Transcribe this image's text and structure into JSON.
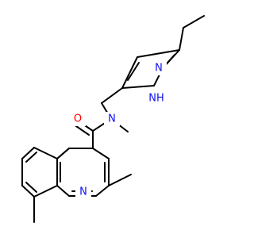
{
  "molecule": {
    "atoms": {
      "O": {
        "label": "O",
        "color": "#ff0000"
      },
      "N_amide": {
        "label": "N",
        "color": "#1010ee"
      },
      "N_pyrazole": {
        "label": "N",
        "color": "#1010ee"
      },
      "NH_pyrazole": {
        "label": "NH",
        "color": "#1010ee"
      },
      "N_quinoline": {
        "label": "N",
        "color": "#1010ee"
      }
    },
    "bond_color": "#000000",
    "background": "#ffffff"
  }
}
